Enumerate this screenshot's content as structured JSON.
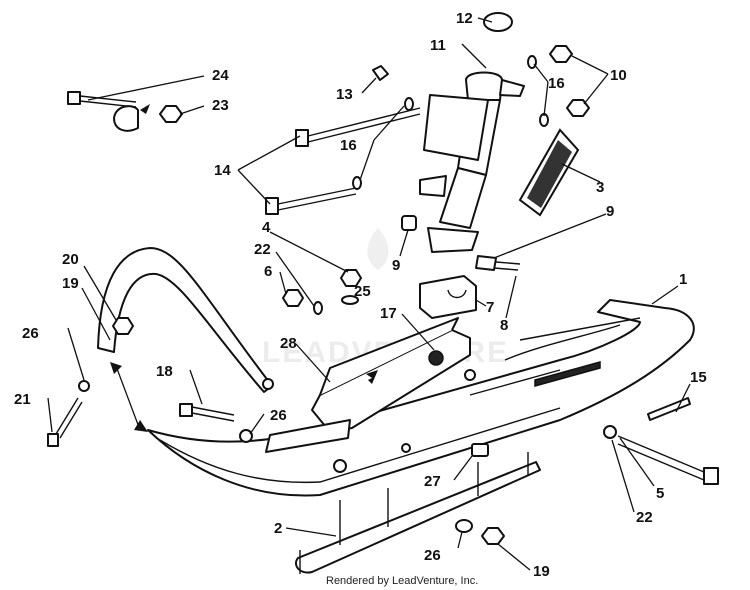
{
  "callouts": {
    "n1": "1",
    "n2": "2",
    "n3": "3",
    "n4": "4",
    "n5": "5",
    "n6": "6",
    "n7": "7",
    "n8": "8",
    "n9a": "9",
    "n9b": "9",
    "n10": "10",
    "n11": "11",
    "n12": "12",
    "n13": "13",
    "n14": "14",
    "n15": "15",
    "n16a": "16",
    "n16b": "16",
    "n17": "17",
    "n18": "18",
    "n19a": "19",
    "n19b": "19",
    "n20": "20",
    "n21": "21",
    "n22a": "22",
    "n22b": "22",
    "n23": "23",
    "n24": "24",
    "n25": "25",
    "n26a": "26",
    "n26b": "26",
    "n26c": "26",
    "n27": "27",
    "n28": "28"
  },
  "watermark": "LEADVENTURE",
  "credit": "Rendered by LeadVenture, Inc."
}
